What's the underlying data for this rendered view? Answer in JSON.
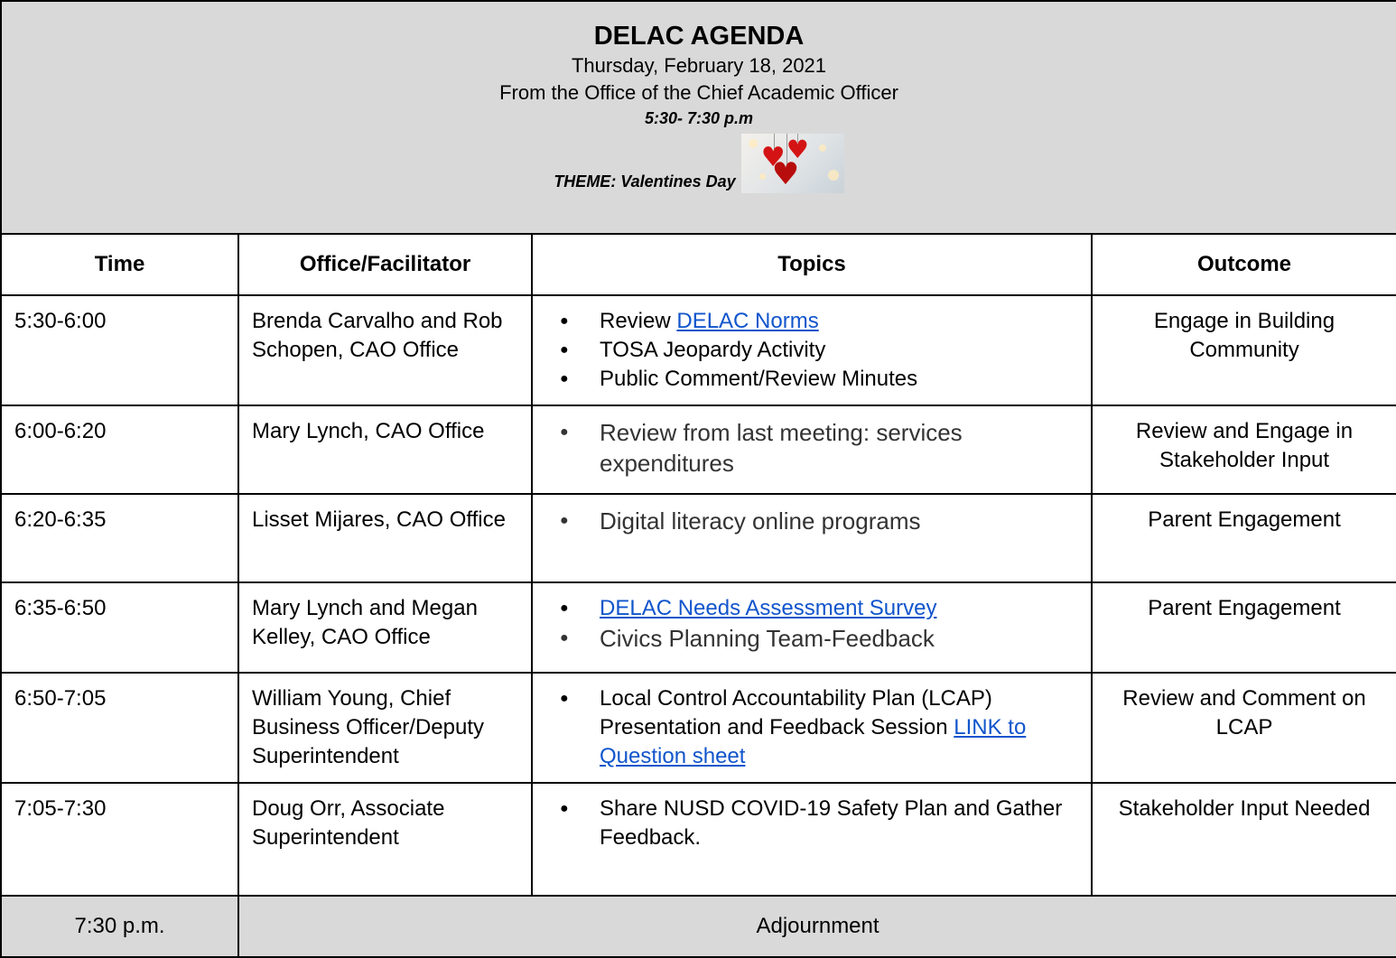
{
  "header": {
    "title": "DELAC AGENDA",
    "date": "Thursday, February 18, 2021",
    "from": "From the Office of the Chief Academic Officer",
    "time": "5:30- 7:30 p.m",
    "theme": "THEME:  Valentines Day",
    "theme_image_icon": "hearts-image-icon"
  },
  "columns": [
    "Time",
    "Office/Facilitator",
    "Topics",
    "Outcome"
  ],
  "rows": [
    {
      "time": "5:30-6:00",
      "facilitator": "Brenda Carvalho and Rob Schopen, CAO Office",
      "topics": [
        {
          "prefix": "Review ",
          "link": "DELAC Norms",
          "suffix": ""
        },
        {
          "prefix": "TOSA Jeopardy Activity",
          "link": "",
          "suffix": ""
        },
        {
          "prefix": "Public Comment/Review Minutes",
          "link": "",
          "suffix": ""
        }
      ],
      "outcome": "Engage in Building Community"
    },
    {
      "time": "6:00-6:20",
      "facilitator": "Mary Lynch, CAO Office",
      "topics": [
        {
          "prefix": "Review from last meeting: services expenditures",
          "link": "",
          "suffix": "",
          "large": true
        }
      ],
      "outcome": "Review and Engage in Stakeholder Input"
    },
    {
      "time": "6:20-6:35",
      "facilitator": "Lisset Mijares, CAO Office",
      "topics": [
        {
          "prefix": "Digital literacy online programs",
          "link": "",
          "suffix": "",
          "large": true
        }
      ],
      "outcome": "Parent Engagement"
    },
    {
      "time": "6:35-6:50",
      "facilitator": "Mary Lynch and Megan Kelley, CAO Office",
      "topics": [
        {
          "prefix": "",
          "link": "DELAC Needs Assessment Survey",
          "suffix": ""
        },
        {
          "prefix": "Civics Planning Team-Feedback",
          "link": "",
          "suffix": "",
          "large": true
        }
      ],
      "outcome": "Parent Engagement"
    },
    {
      "time": "6:50-7:05",
      "facilitator": "William Young, Chief Business Officer/Deputy Superintendent",
      "topics": [
        {
          "prefix": "Local Control Accountability Plan (LCAP) Presentation and Feedback Session  ",
          "link": "LINK to Question sheet",
          "suffix": ""
        }
      ],
      "outcome": "Review and Comment on LCAP"
    },
    {
      "time": "7:05-7:30",
      "facilitator": "Doug Orr, Associate Superintendent",
      "topics": [
        {
          "prefix": "Share NUSD COVID-19 Safety Plan and Gather Feedback.",
          "link": "",
          "suffix": ""
        }
      ],
      "outcome": "Stakeholder Input Needed"
    }
  ],
  "footer": {
    "time": "7:30 p.m.",
    "label": "Adjournment"
  },
  "colors": {
    "header_bg": "#d9d9d9",
    "link": "#1155cc",
    "border": "#000000"
  }
}
